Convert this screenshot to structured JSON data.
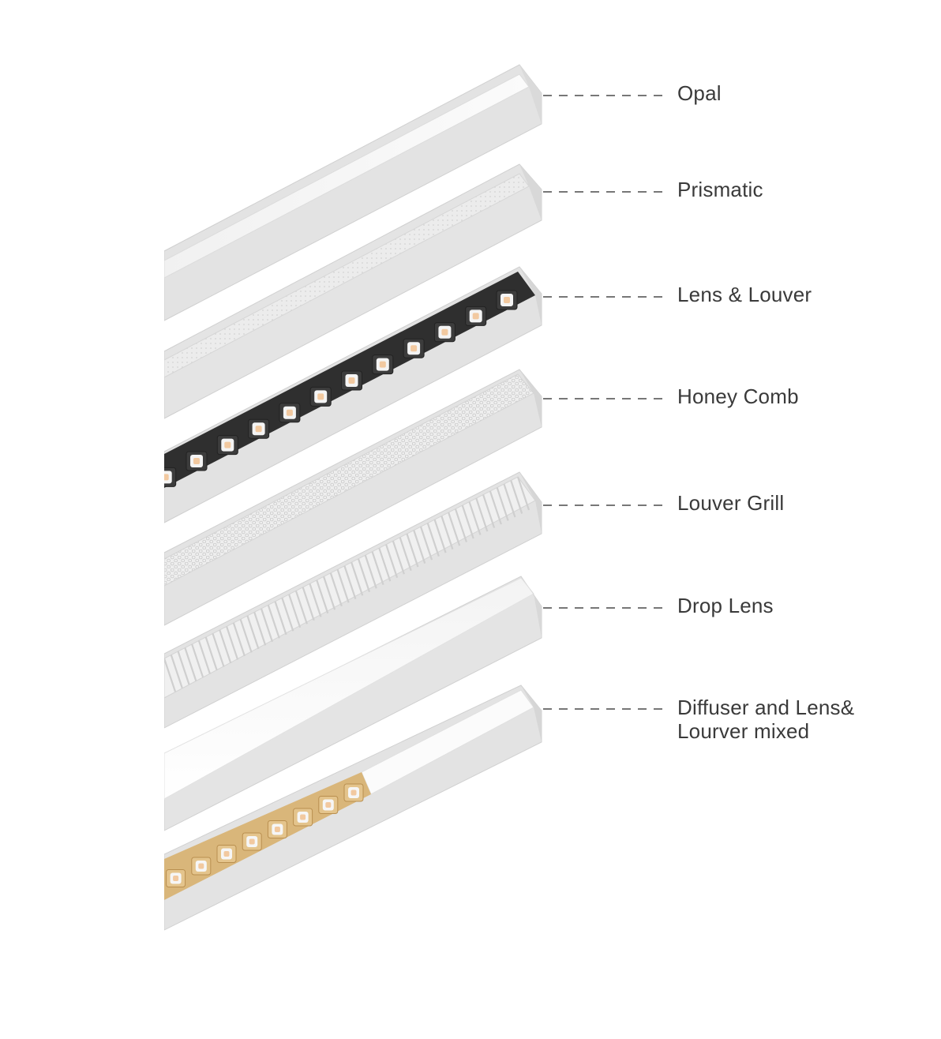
{
  "labels": [
    {
      "id": "opal",
      "text": "Opal"
    },
    {
      "id": "prismatic",
      "text": "Prismatic"
    },
    {
      "id": "lens-louver",
      "text": "Lens & Louver"
    },
    {
      "id": "honey-comb",
      "text": "Honey Comb"
    },
    {
      "id": "louver-grill",
      "text": "Louver Grill"
    },
    {
      "id": "drop-lens",
      "text": "Drop Lens"
    },
    {
      "id": "diffuser-mixed",
      "text": "Diffuser and Lens&",
      "text2": "Lourver mixed"
    }
  ],
  "colors": {
    "label": "#3a3a3a",
    "leader": "#4a4a4a",
    "housing": "#e6e6e6",
    "housing_side": "#d4d4d4",
    "diffuser": "#f6f6f6",
    "louver_dark": "#2f2f2f",
    "louver_gold": "#d9b67a",
    "led": "#f2c9a0"
  }
}
